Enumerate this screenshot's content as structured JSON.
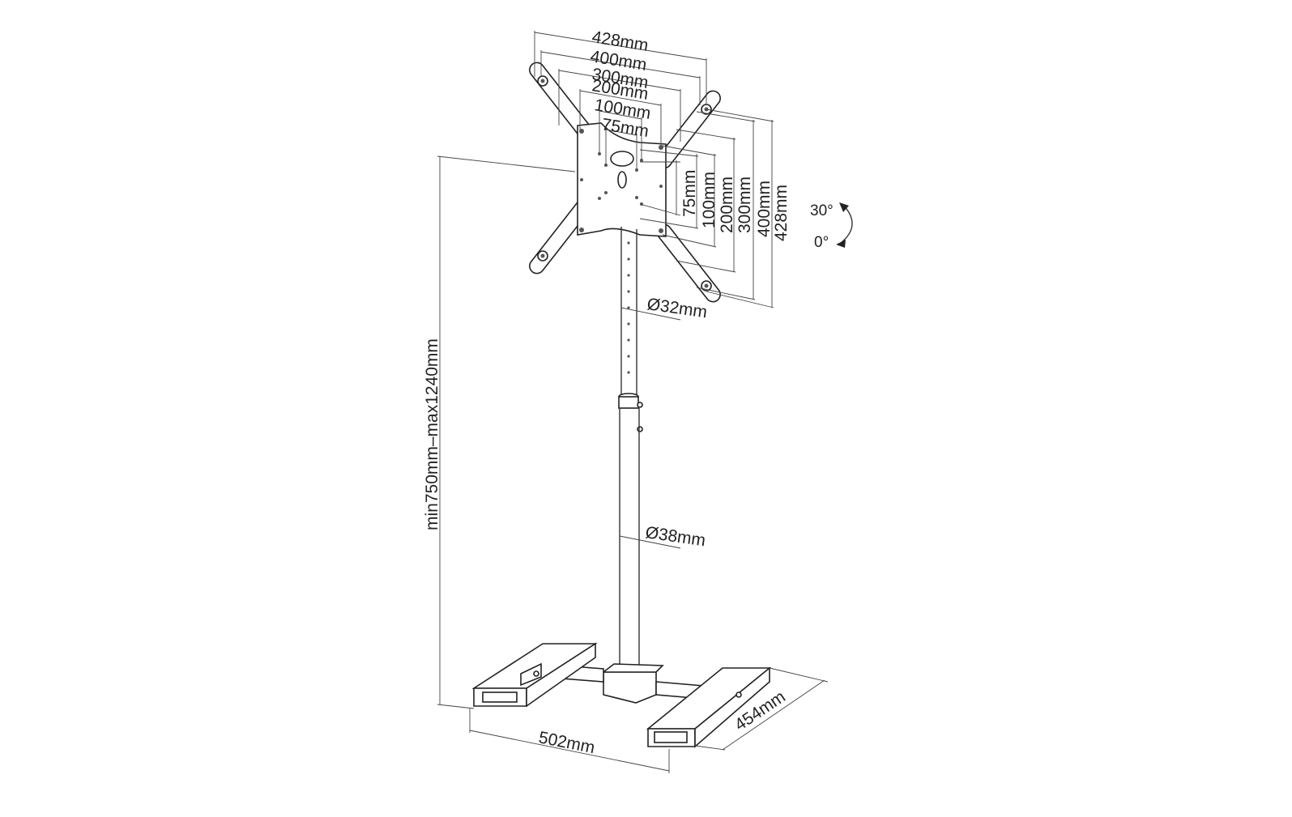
{
  "diagram": {
    "subject": "floor-stand-dimensions",
    "vesa_horizontal_labels": [
      "428mm",
      "400mm",
      "300mm",
      "200mm",
      "100mm",
      "75mm"
    ],
    "vesa_vertical_labels": [
      "75mm",
      "100mm",
      "200mm",
      "300mm",
      "400mm",
      "428mm"
    ],
    "tilt": {
      "upper": "30°",
      "lower": "0°"
    },
    "pole_upper_diameter": "Ø32mm",
    "pole_lower_diameter": "Ø38mm",
    "height_range": "min750mm–max1240mm",
    "base_width": "502mm",
    "base_depth": "454mm",
    "colors": {
      "line": "#222222",
      "background": "#ffffff"
    }
  }
}
